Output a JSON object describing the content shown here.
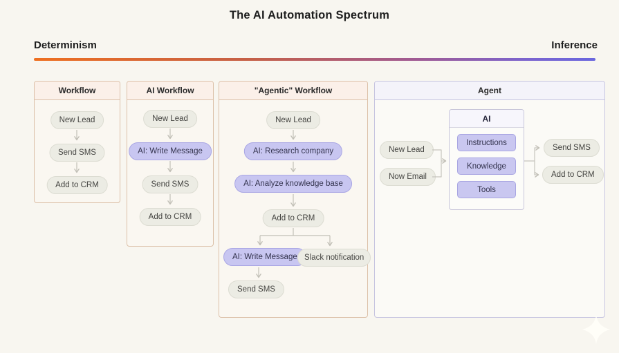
{
  "title": "The AI Automation Spectrum",
  "spectrum": {
    "left_label": "Determinism",
    "right_label": "Inference",
    "gradient_start": "#ee6f20",
    "gradient_end": "#6a67de"
  },
  "panels": {
    "workflow": {
      "header": "Workflow",
      "nodes": [
        {
          "label": "New Lead",
          "type": "step"
        },
        {
          "label": "Send SMS",
          "type": "step"
        },
        {
          "label": "Add to CRM",
          "type": "step"
        }
      ]
    },
    "ai_workflow": {
      "header": "AI Workflow",
      "nodes": [
        {
          "label": "New Lead",
          "type": "step"
        },
        {
          "label": "AI: Write Message",
          "type": "ai"
        },
        {
          "label": "Send SMS",
          "type": "step"
        },
        {
          "label": "Add to CRM",
          "type": "step"
        }
      ]
    },
    "agentic_workflow": {
      "header": "\"Agentic\" Workflow",
      "nodes": [
        {
          "label": "New Lead",
          "type": "step"
        },
        {
          "label": "AI: Research company",
          "type": "ai"
        },
        {
          "label": "AI: Analyze knowledge base",
          "type": "ai"
        },
        {
          "label": "Add to CRM",
          "type": "step"
        },
        {
          "label": "AI: Write Message",
          "type": "ai"
        },
        {
          "label": "Slack notification",
          "type": "step"
        },
        {
          "label": "Send SMS",
          "type": "step"
        }
      ]
    },
    "agent": {
      "header": "Agent",
      "inputs": [
        {
          "label": "New Lead"
        },
        {
          "label": "Now Email"
        }
      ],
      "ai_box": {
        "header": "AI",
        "components": [
          {
            "label": "Instructions"
          },
          {
            "label": "Knowledge"
          },
          {
            "label": "Tools"
          }
        ]
      },
      "outputs": [
        {
          "label": "Send SMS"
        },
        {
          "label": "Add to CRM"
        }
      ]
    }
  },
  "colors": {
    "background": "#f8f6f0",
    "workflow_panel_border": "#dcc0a8",
    "workflow_header_bg": "#fbf0e9",
    "agent_panel_border": "#c6c4e0",
    "agent_header_bg": "#f4f3fa",
    "step_node_bg": "#ecece4",
    "ai_node_bg": "#c8c6f1",
    "connector": "#c1bfb6"
  }
}
